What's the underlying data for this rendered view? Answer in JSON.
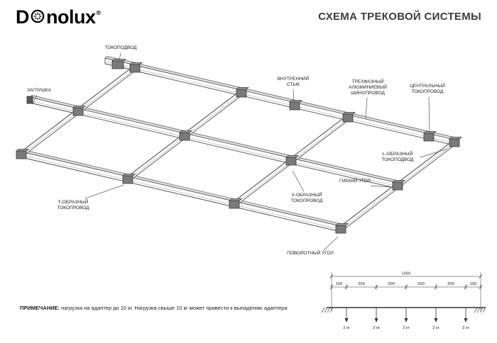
{
  "header": {
    "logo": {
      "part1": "D",
      "part2": "nolux",
      "registered": "®"
    },
    "title": "СХЕМА ТРЕКОВОЙ СИСТЕМЫ"
  },
  "diagram": {
    "labels": [
      {
        "id": "tokopodvod",
        "text": "ТОКОПОДВОД"
      },
      {
        "id": "zaglushka",
        "text": "ЗАГЛУШКА"
      },
      {
        "id": "vnutrenniy-styk",
        "text": "ВНУТРЕННИЙ СТЫК"
      },
      {
        "id": "shinoprovod",
        "text": "ТРЕХФАЗНЫЙ АЛЮМИНИЕВЫЙ ШИНОПРОВОД"
      },
      {
        "id": "centralnyy-tokoprovod",
        "text": "ЦЕНТРАЛЬНЫЙ ТОКОПРОВОД"
      },
      {
        "id": "l-obraznyy-tokopodvod",
        "text": "L-ОБРАЗНЫЙ ТОКОПОДВОД"
      },
      {
        "id": "gibkiy-ugol",
        "text": "ГИБКИЙ УГОЛ"
      },
      {
        "id": "t-obraznyy-tokoprovod",
        "text": "Т-ОБРАЗНЫЙ ТОКОПРОВОД"
      },
      {
        "id": "x-obraznyy-tokoprovod",
        "text": "Х-ОБРАЗНЫЙ ТОКОПРОВОД"
      },
      {
        "id": "povorotnyy-ugol",
        "text": "ПОВОРОТНЫЙ УГОЛ"
      }
    ]
  },
  "note": {
    "prefix": "ПРИМЕЧАНИЕ:",
    "text": "нагрузка на адаптер до 10 кг. Нагрузка свыше 10 кг может привести к выпадению адаптера"
  },
  "load_diagram": {
    "total": "1000",
    "segments": [
      "100",
      "200",
      "200",
      "200",
      "200",
      "100"
    ],
    "loads": [
      "2 кг",
      "2 кг",
      "2 кг",
      "2 кг",
      "2 кг"
    ]
  },
  "colors": {
    "text": "#1a1a1a",
    "outline": "#4d4d4d",
    "track_fill": "#ffffff",
    "track_top": "#e2e2e2",
    "connector": "#7a7a7a",
    "connector_top": "#a3a3a3",
    "pointer": "#555555",
    "dimension": "#333333"
  }
}
